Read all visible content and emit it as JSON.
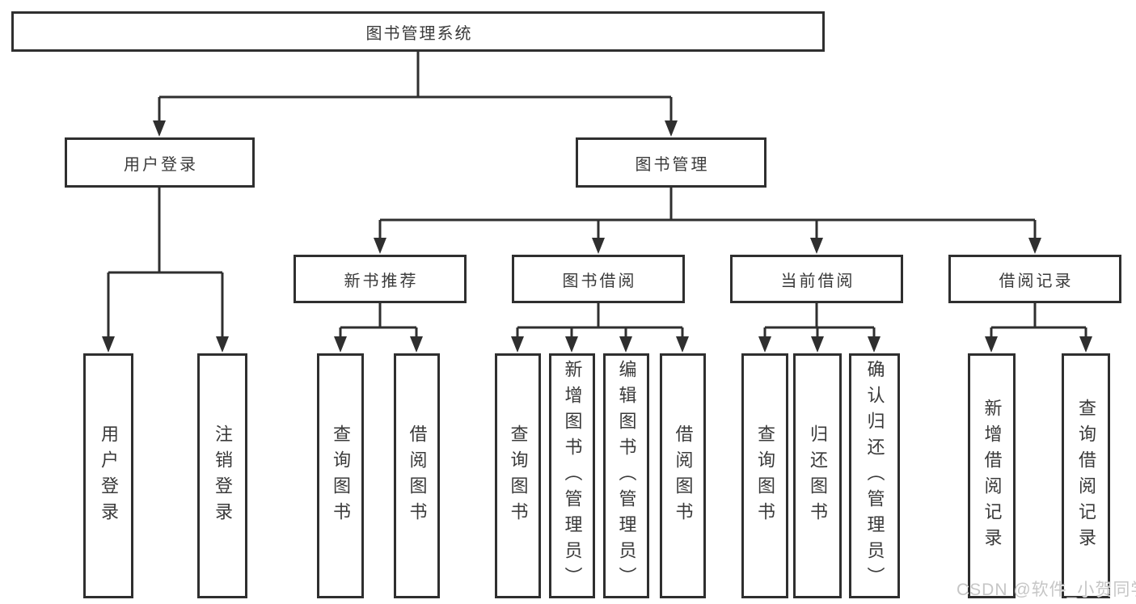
{
  "colors": {
    "line": "#2f2f2f",
    "text": "#3a3a3a",
    "background": "#ffffff",
    "watermark": "#c6c6c6"
  },
  "diagram": {
    "type": "hierarchy-tree",
    "root": {
      "label": "图书管理系统",
      "children": [
        {
          "label": "用户登录",
          "children": [
            {
              "label": "用户登录"
            },
            {
              "label": "注销登录"
            }
          ]
        },
        {
          "label": "图书管理",
          "children": [
            {
              "label": "新书推荐",
              "children": [
                {
                  "label": "查询图书"
                },
                {
                  "label": "借阅图书"
                }
              ]
            },
            {
              "label": "图书借阅",
              "children": [
                {
                  "label": "查询图书"
                },
                {
                  "label": "新增图书（管理员）"
                },
                {
                  "label": "编辑图书（管理员）"
                },
                {
                  "label": "借阅图书"
                }
              ]
            },
            {
              "label": "当前借阅",
              "children": [
                {
                  "label": "查询图书"
                },
                {
                  "label": "归还图书"
                },
                {
                  "label": "确认归还（管理员）"
                }
              ]
            },
            {
              "label": "借阅记录",
              "children": [
                {
                  "label": "新增借阅记录"
                },
                {
                  "label": "查询借阅记录"
                }
              ]
            }
          ]
        }
      ]
    }
  },
  "watermark": {
    "text": "CSDN @软件_小贺同学"
  }
}
